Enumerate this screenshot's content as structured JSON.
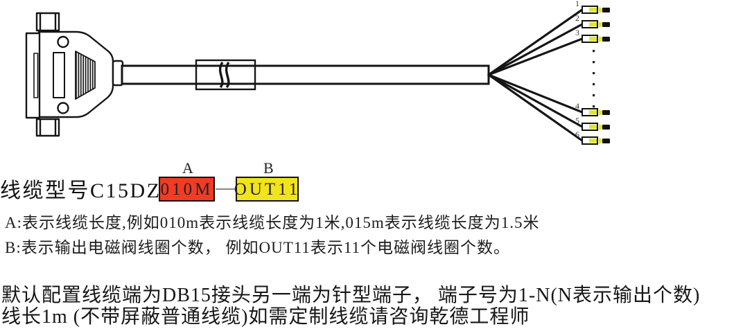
{
  "model": {
    "prefix": "线缆型号C15DZ-",
    "field_a": {
      "label": "A",
      "value": "010M",
      "box_color": "#f23b25"
    },
    "field_b": {
      "label": "B",
      "value": "OUT11",
      "box_color": "#f2e41c"
    }
  },
  "notes": {
    "a": "A:表示线缆长度,例如010m表示线缆长度为1米,015m表示线缆长度为1.5米",
    "b": "B:表示输出电磁阀线圈个数， 例如OUT11表示11个电磁阀线圈个数。"
  },
  "footer": {
    "line1": "默认配置线缆端为DB15接头另一端为针型端子， 端子号为1-N(N表示输出个数)",
    "line2": "线长1m (不带屏蔽普通线缆)如需定制线缆请咨询乾德工程师"
  },
  "diagram": {
    "terminals": [
      {
        "number": "1"
      },
      {
        "number": "2"
      },
      {
        "number": "3"
      },
      {
        "number": "4"
      },
      {
        "number": "5"
      },
      {
        "number": "6"
      }
    ],
    "colors": {
      "terminal_fill": "#e3e62c",
      "outline": "#111111",
      "link_line": "#888888"
    }
  }
}
